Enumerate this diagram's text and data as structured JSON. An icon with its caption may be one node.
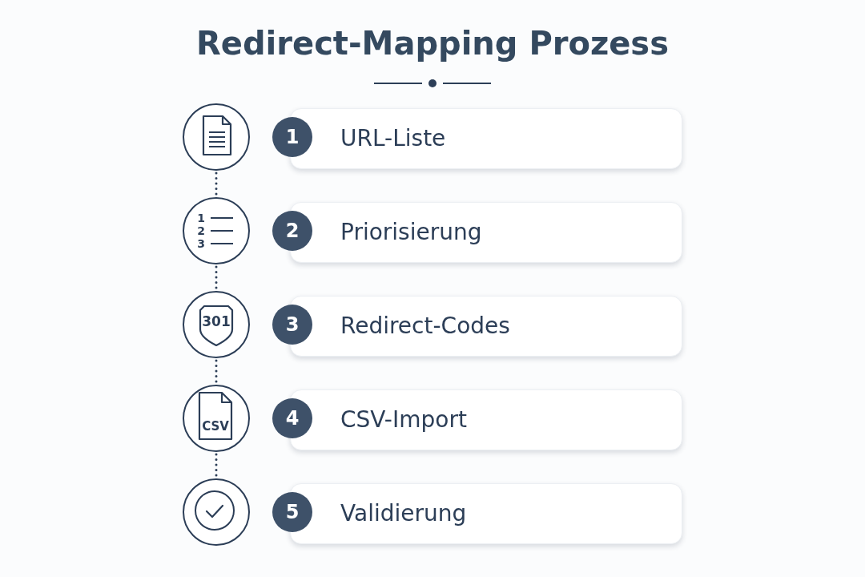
{
  "diagram": {
    "title": "Redirect-Mapping Prozess",
    "nodes": [
      {
        "text": [],
        "shape": "circle"
      },
      {
        "text": [
          "1"
        ]
      },
      {
        "text": [
          "URL-Liste"
        ]
      },
      {
        "text": [
          "1",
          "2",
          "3"
        ]
      },
      {
        "text": [
          "2"
        ]
      },
      {
        "text": [
          "Priorisierung"
        ]
      },
      {
        "text": [
          "301"
        ]
      },
      {
        "text": [
          "3"
        ]
      },
      {
        "text": [
          "Redirect-Codes"
        ]
      },
      {
        "text": [
          "CSV"
        ]
      },
      {
        "text": [
          "4"
        ]
      },
      {
        "text": [
          "CSV-Import"
        ]
      },
      {
        "text": [],
        "shape": "circle"
      },
      {
        "text": [
          "5"
        ]
      },
      {
        "text": [
          "Validierung"
        ]
      }
    ],
    "edges": [
      {
        "from": 0,
        "to": 3,
        "arrow": "none",
        "style": "dashed"
      },
      {
        "from": 3,
        "to": 6,
        "arrow": "none",
        "style": "dashed"
      },
      {
        "from": 6,
        "to": 9,
        "arrow": "none",
        "style": "dashed"
      },
      {
        "from": 9,
        "to": 12,
        "arrow": "none",
        "style": "dashed"
      }
    ]
  }
}
